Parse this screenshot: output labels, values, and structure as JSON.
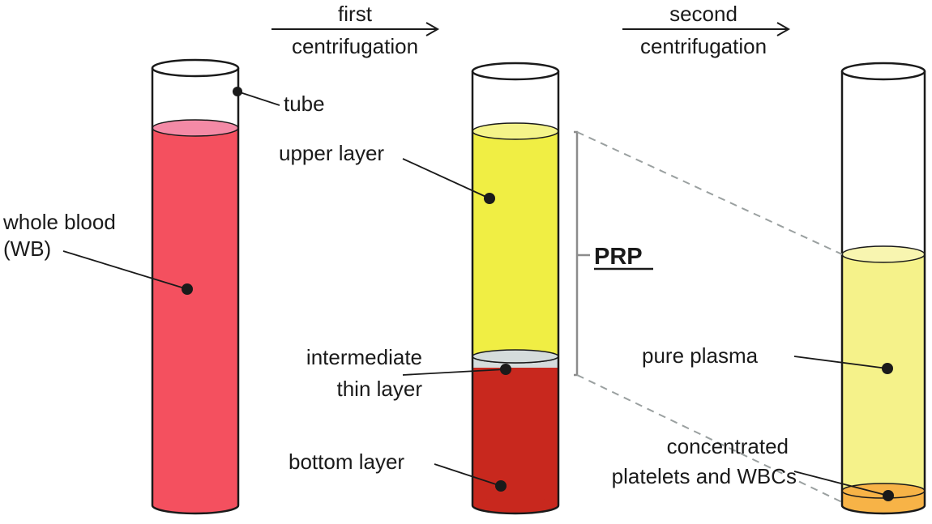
{
  "arrows": {
    "first_line1": "first",
    "first_line2": "centrifugation",
    "second_line1": "second",
    "second_line2": "centrifugation"
  },
  "labels": {
    "tube": "tube",
    "whole_blood_line1": "whole blood",
    "whole_blood_line2": "(WB)",
    "upper_layer": "upper layer",
    "intermediate_line1": "intermediate",
    "intermediate_line2": "thin layer",
    "bottom_layer": "bottom layer",
    "prp": "PRP",
    "pure_plasma": "pure plasma",
    "concentrated_line1": "concentrated",
    "concentrated_line2": "platelets and WBCs"
  },
  "colors": {
    "whole_blood": "#f4505f",
    "whole_blood_top": "#f48aa6",
    "upper_layer": "#f0ee44",
    "upper_layer_top": "#f5f48a",
    "intermediate": "#d5dcdc",
    "bottom_layer": "#c8281e",
    "pure_plasma": "#f5f28a",
    "pure_plasma_top": "#f8f5b0",
    "concentrate": "#f7b347",
    "bracket": "#8c8c8c",
    "outline": "#1a1a1a"
  }
}
